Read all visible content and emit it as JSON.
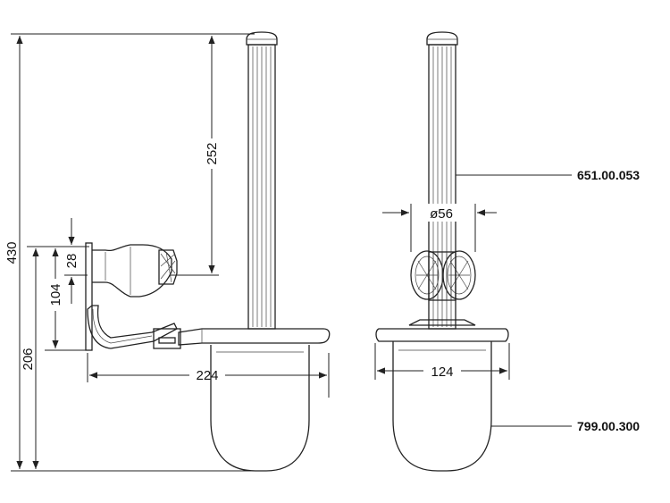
{
  "dimensions": {
    "total_height": "430",
    "brush_height": "252",
    "bracket_height": "28",
    "mount_offset": "104",
    "mount_height": "206",
    "depth": "224",
    "width": "124",
    "rosette_diameter": "ø56"
  },
  "parts": {
    "brush_code": "651.00.053",
    "bowl_code": "799.00.300"
  }
}
